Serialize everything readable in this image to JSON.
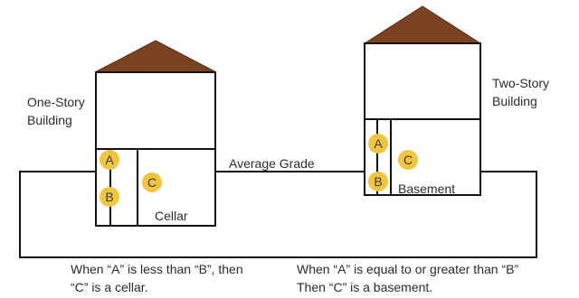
{
  "labels": {
    "one_story": [
      "One-Story",
      "Building"
    ],
    "two_story": [
      "Two-Story",
      "Building"
    ],
    "average_grade": "Average Grade",
    "cellar": "Cellar",
    "basement": "Basement"
  },
  "markers": {
    "a": "A",
    "b": "B",
    "c": "C"
  },
  "captions": {
    "left": [
      "When “A” is less than “B”, then",
      "“C” is a cellar."
    ],
    "right": [
      "When “A” is equal to or greater than “B”",
      "Then “C” is a basement."
    ]
  },
  "colors": {
    "roof": "#7a4220",
    "marker": "#f2c53d",
    "line": "#111111"
  }
}
